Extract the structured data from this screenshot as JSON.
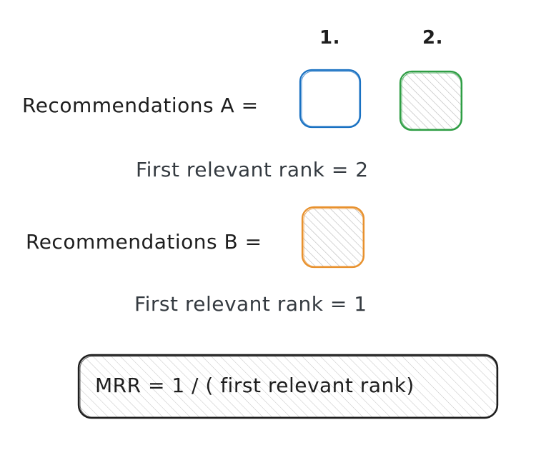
{
  "rank_headers": [
    "1.",
    "2."
  ],
  "recommendations_a": {
    "label": "Recommendations A =",
    "first_relevant_rank_text": "First relevant rank = 2",
    "items": [
      {
        "rank": 1,
        "relevant": false,
        "color": "#1971c2"
      },
      {
        "rank": 2,
        "relevant": true,
        "color": "#2f9e44"
      }
    ]
  },
  "recommendations_b": {
    "label": "Recommendations B =",
    "first_relevant_rank_text": "First relevant rank = 1",
    "items": [
      {
        "rank": 1,
        "relevant": true,
        "color": "#e8912d"
      }
    ]
  },
  "formula": {
    "text": "MRR = 1 / ( first relevant rank)",
    "color": "#1e1e1e"
  }
}
